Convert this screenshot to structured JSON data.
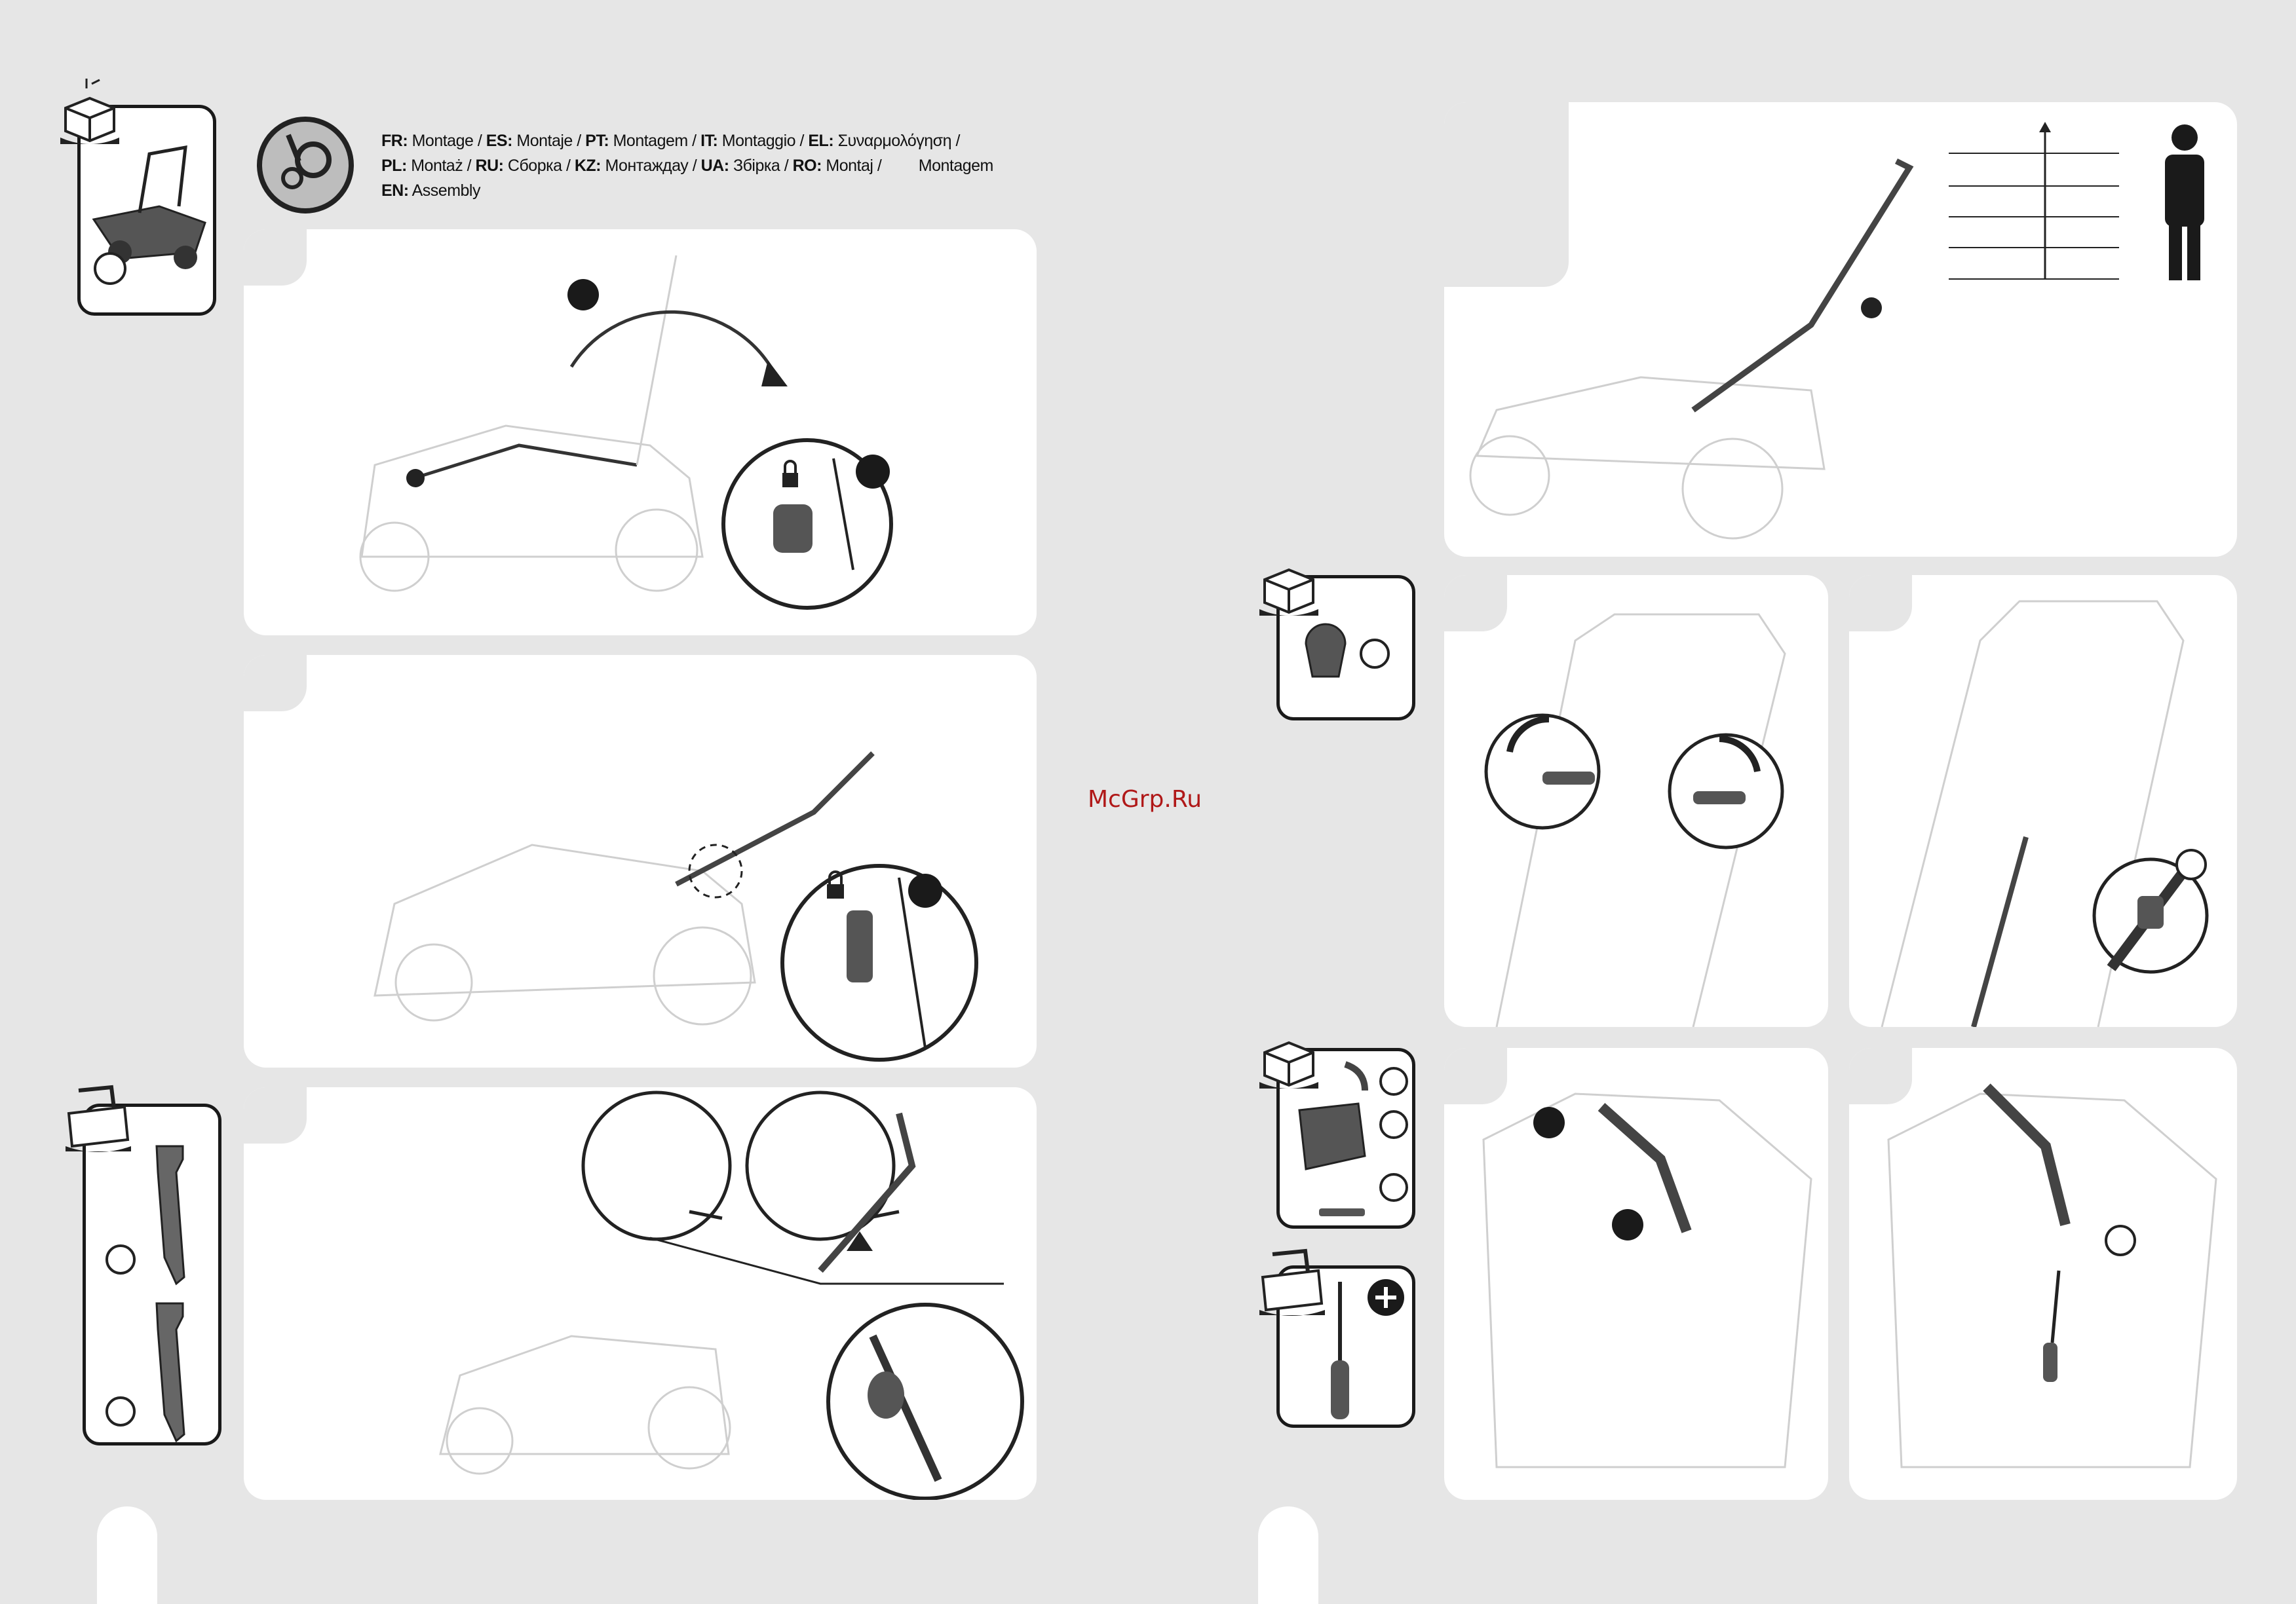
{
  "header": {
    "line1": [
      {
        "code": "FR:",
        "word": " Montage / "
      },
      {
        "code": "ES:",
        "word": " Montaje / "
      },
      {
        "code": "PT:",
        "word": " Montagem / "
      },
      {
        "code": "IT:",
        "word": " Montaggio / "
      },
      {
        "code": "EL:",
        "word": " Συναρμολόγηση /"
      }
    ],
    "line2": [
      {
        "code": "PL:",
        "word": " Montaż / "
      },
      {
        "code": "RU:",
        "word": " Сборка / "
      },
      {
        "code": "KZ:",
        "word": " Монтаждау / "
      },
      {
        "code": "UA:",
        "word": " Збірка / "
      },
      {
        "code": "RO:",
        "word": " Montaj / "
      }
    ],
    "line2_extra": "Montagem",
    "line3": [
      {
        "code": "EN:",
        "word": " Assembly"
      }
    ]
  },
  "watermark": "McGrp.Ru",
  "icons": {
    "assembly_badge": "gear-screwdriver-icon",
    "parts_box": "open-box-icon",
    "toolbox": "toolbox-icon",
    "lock": "padlock-icon",
    "person": "person-silhouette-icon",
    "phillips": "plus-circle-icon"
  },
  "colors": {
    "background": "#e6e6e6",
    "panel": "#ffffff",
    "ink": "#1a1a1a",
    "badge_gray": "#bdbdbd",
    "watermark": "#b01818"
  }
}
